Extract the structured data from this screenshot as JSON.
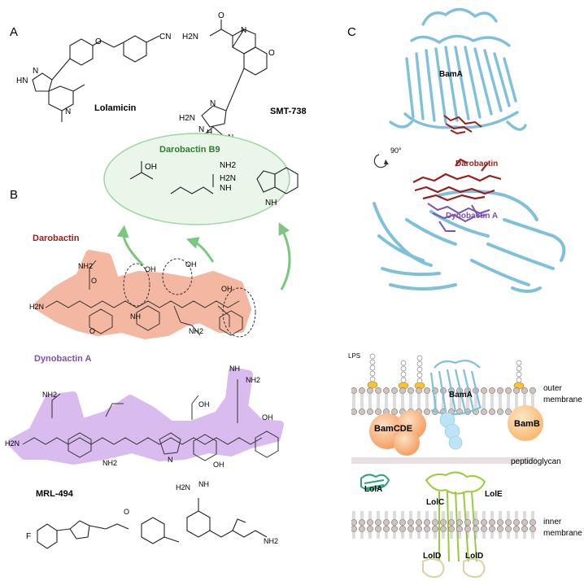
{
  "panels": {
    "a": "A",
    "b": "B",
    "c": "C"
  },
  "molecules": {
    "lolamicin": "Lolamicin",
    "smt738": "SMT-738",
    "darobactin": "Darobactin",
    "darobactin_b9": "Darobactin B9",
    "dynobactin_a": "Dynobactin A",
    "mrl494": "MRL-494"
  },
  "atoms": {
    "cn": "CN",
    "hn": "HN",
    "n": "N",
    "nh": "NH",
    "o": "O",
    "oh": "OH",
    "h2n": "H2N",
    "nh2": "NH2",
    "f": "F",
    "h": "H"
  },
  "structure": {
    "bama": "BamA",
    "rotation": "90°",
    "darobactin": "Darobactin",
    "dynobactin": "Dynobactin A"
  },
  "membrane": {
    "lps": "LPS",
    "bama": "BamA",
    "bamcde": "BamCDE",
    "bamb": "BamB",
    "outer1": "outer",
    "outer2": "membrane",
    "peptidoglycan": "peptidoglycan",
    "inner1": "inner",
    "inner2": "membrane",
    "lola": "LolA",
    "lolc": "LolC",
    "lole": "LolE",
    "lold1": "LolD",
    "lold2": "LolD"
  },
  "colors": {
    "darobactin": "#9b1c1c",
    "dynobactin": "#7b52b0",
    "b9": "#2e7d32",
    "daro_highlight": "#f4b49c",
    "dyno_highlight": "#d7b8ef",
    "bama_ribbon": "#7fc0da",
    "bamcde": "#f59a5a",
    "bamb": "#f5b56c",
    "lol_green": "#9ccc3c",
    "lola": "#2aa47a"
  }
}
